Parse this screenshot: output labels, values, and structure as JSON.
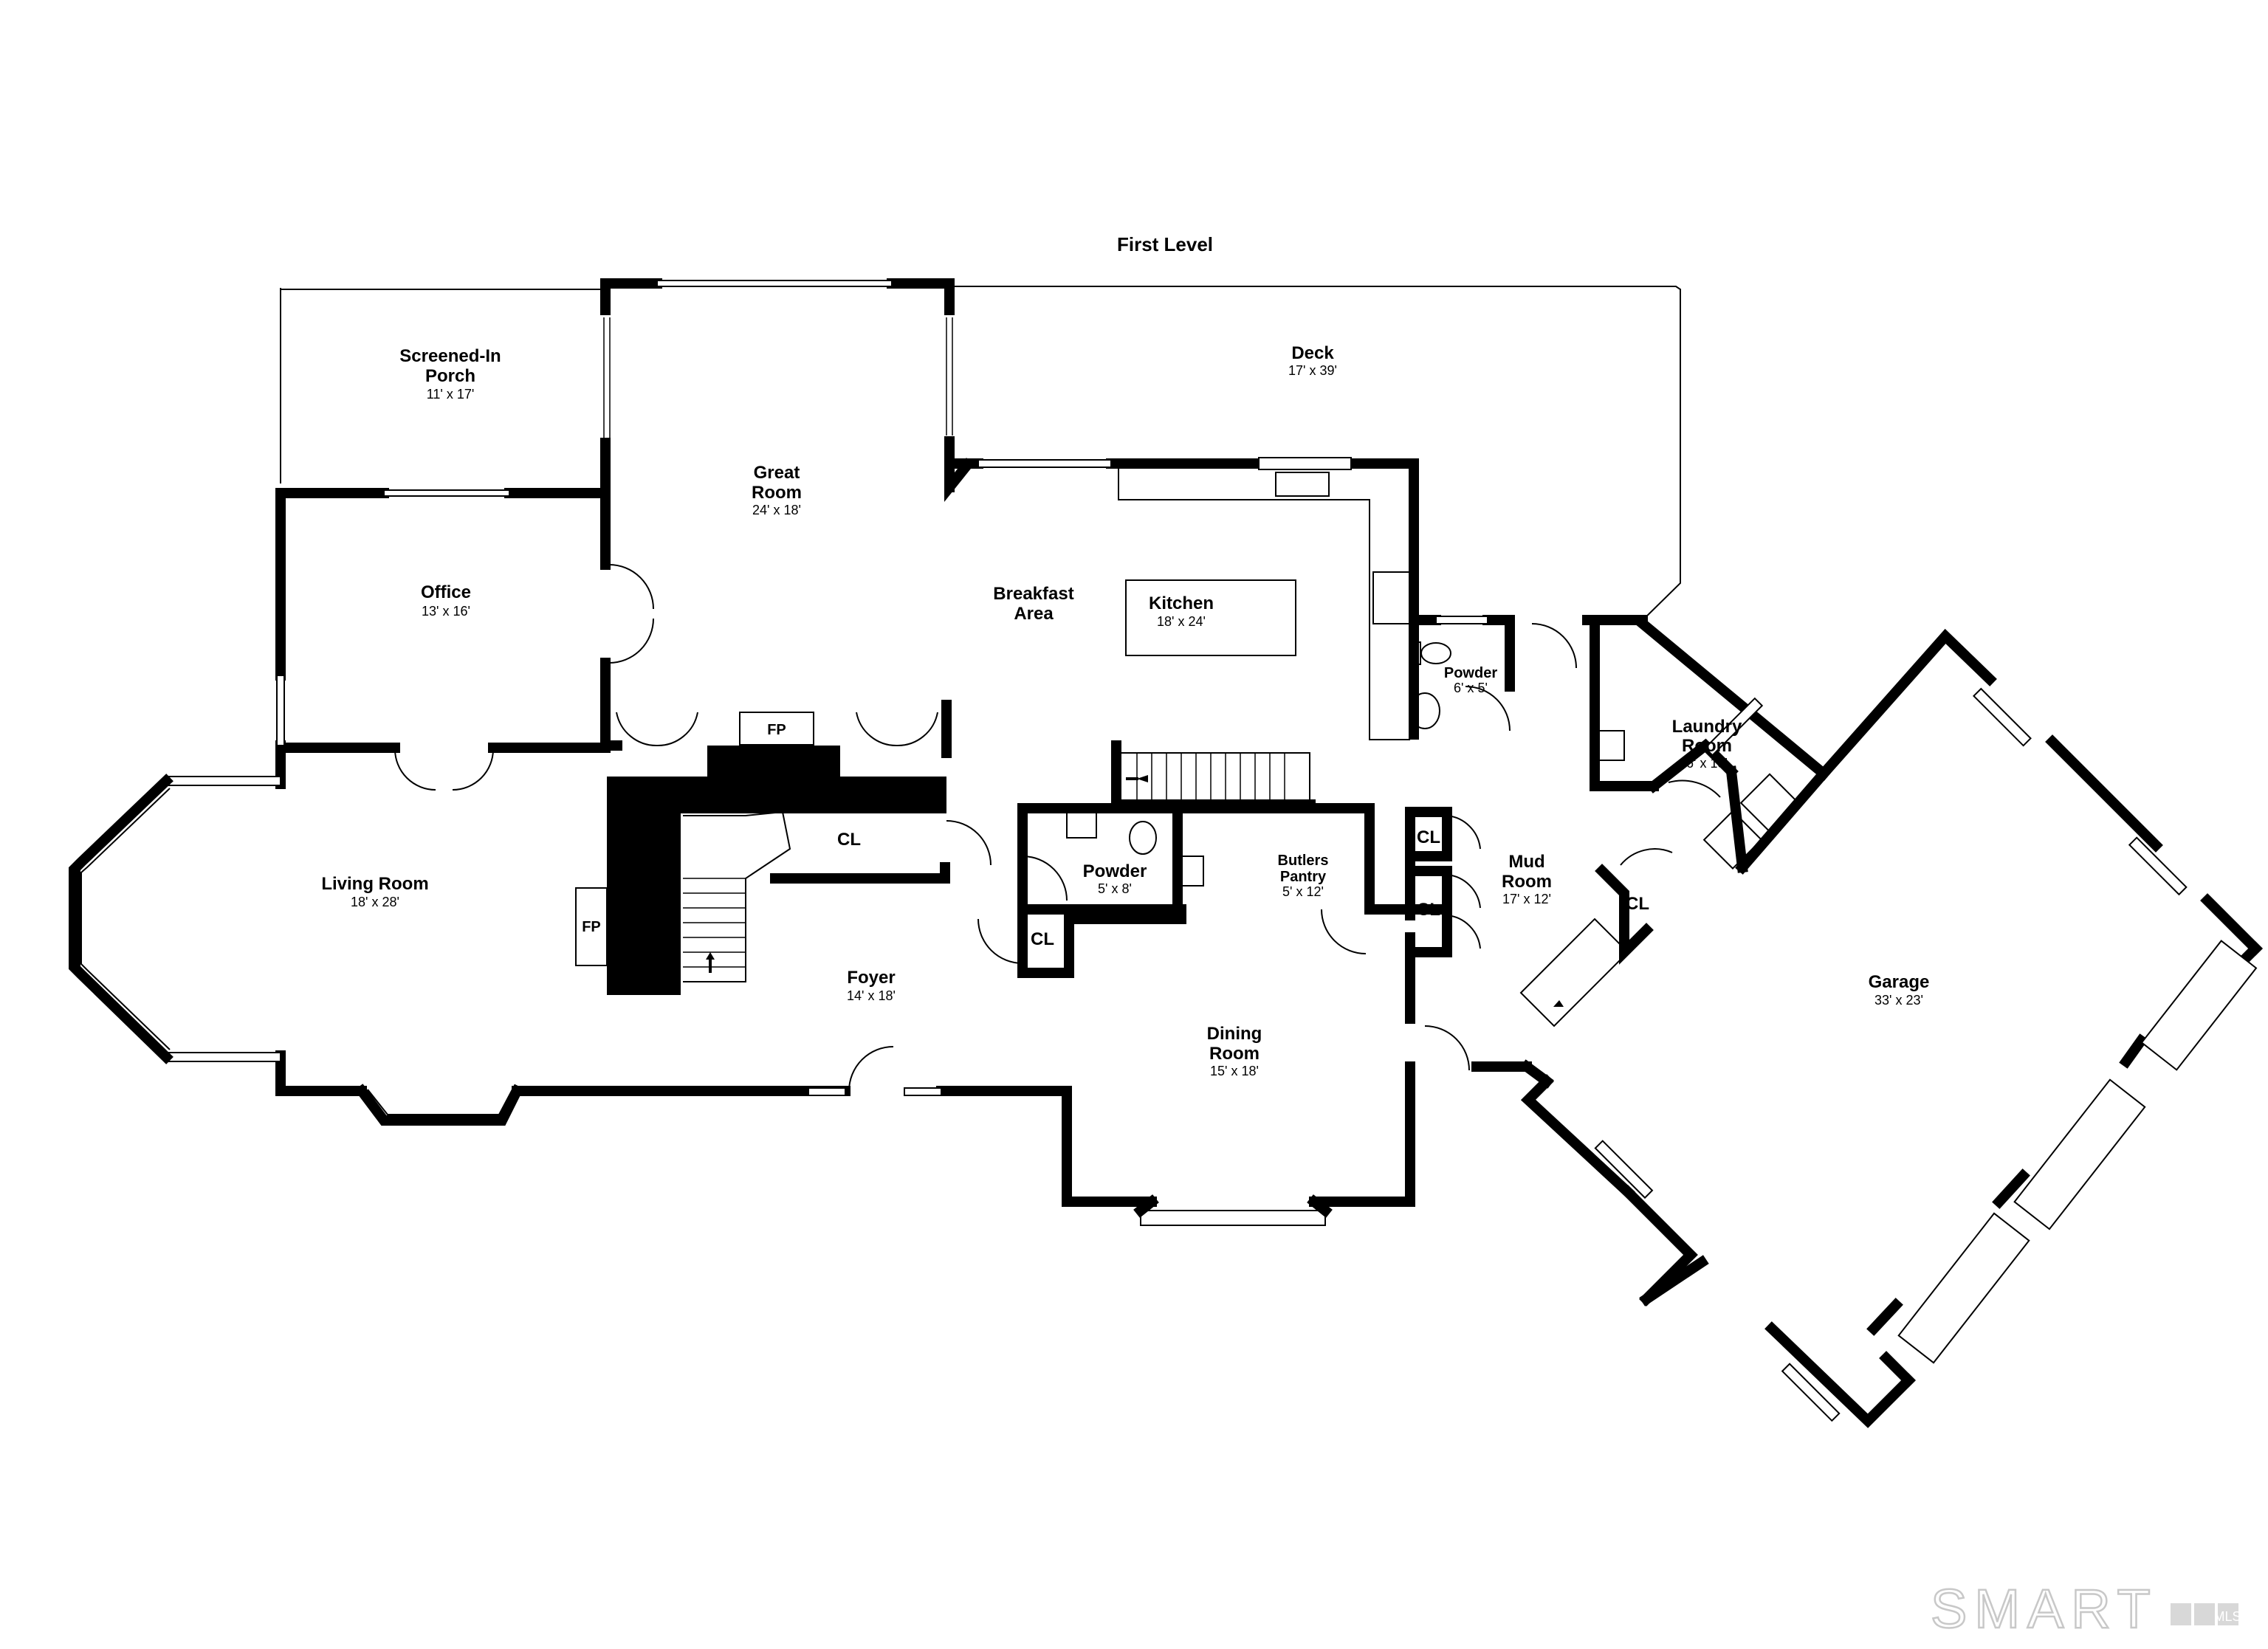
{
  "plan": {
    "title": "First Level",
    "logo": {
      "main": "SMART",
      "sub": "MLS"
    }
  },
  "rooms": [
    {
      "id": "porch",
      "lines": [
        "Screened-In",
        "Porch"
      ],
      "dims": "11' x 17'"
    },
    {
      "id": "great",
      "lines": [
        "Great",
        "Room"
      ],
      "dims": "24' x 18'"
    },
    {
      "id": "deck",
      "lines": [
        "Deck"
      ],
      "dims": "17' x 39'"
    },
    {
      "id": "office",
      "lines": [
        "Office"
      ],
      "dims": "13' x 16'"
    },
    {
      "id": "breakfast",
      "lines": [
        "Breakfast",
        "Area"
      ],
      "dims": ""
    },
    {
      "id": "kitchen",
      "lines": [
        "Kitchen"
      ],
      "dims": "18' x 24'"
    },
    {
      "id": "powder1",
      "lines": [
        "Powder"
      ],
      "dims": "6' x 5'"
    },
    {
      "id": "laundry",
      "lines": [
        "Laundry",
        "Room"
      ],
      "dims": "6' x 13'"
    },
    {
      "id": "living",
      "lines": [
        "Living Room"
      ],
      "dims": "18' x 28'"
    },
    {
      "id": "powder2",
      "lines": [
        "Powder"
      ],
      "dims": "5' x 8'"
    },
    {
      "id": "butlers",
      "lines": [
        "Butlers",
        "Pantry"
      ],
      "dims": "5' x 12'"
    },
    {
      "id": "mud",
      "lines": [
        "Mud",
        "Room"
      ],
      "dims": "17' x 12'"
    },
    {
      "id": "foyer",
      "lines": [
        "Foyer"
      ],
      "dims": "14' x 18'"
    },
    {
      "id": "dining",
      "lines": [
        "Dining",
        "Room"
      ],
      "dims": "15' x 18'"
    },
    {
      "id": "garage",
      "lines": [
        "Garage"
      ],
      "dims": "33' x 23'"
    }
  ],
  "labels": {
    "cl": "CL",
    "fp": "FP"
  }
}
